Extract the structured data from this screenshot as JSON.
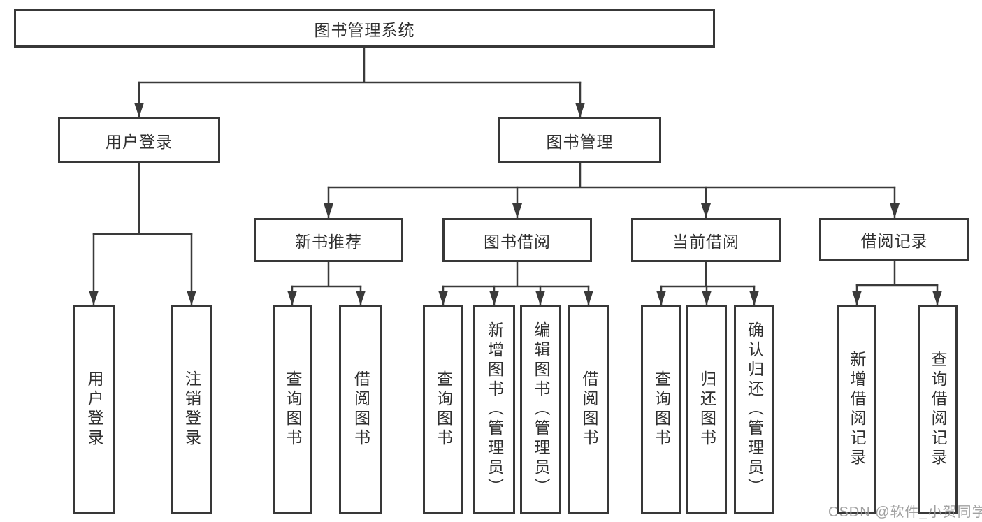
{
  "diagram": {
    "type": "tree",
    "root": {
      "label": "图书管理系统"
    },
    "level2": [
      {
        "label": "用户登录"
      },
      {
        "label": "图书管理"
      }
    ],
    "level3": [
      {
        "label": "新书推荐",
        "parent": "图书管理"
      },
      {
        "label": "图书借阅",
        "parent": "图书管理"
      },
      {
        "label": "当前借阅",
        "parent": "图书管理"
      },
      {
        "label": "借阅记录",
        "parent": "图书管理"
      }
    ],
    "leaves": [
      {
        "label": "用户登录",
        "parent": "用户登录"
      },
      {
        "label": "注销登录",
        "parent": "用户登录"
      },
      {
        "label": "查询图书",
        "parent": "新书推荐"
      },
      {
        "label": "借阅图书",
        "parent": "新书推荐"
      },
      {
        "label": "查询图书",
        "parent": "图书借阅"
      },
      {
        "label": "新增图书（管理员）",
        "parent": "图书借阅"
      },
      {
        "label": "编辑图书（管理员）",
        "parent": "图书借阅"
      },
      {
        "label": "借阅图书",
        "parent": "图书借阅"
      },
      {
        "label": "查询图书",
        "parent": "当前借阅"
      },
      {
        "label": "归还图书",
        "parent": "当前借阅"
      },
      {
        "label": "确认归还（管理员）",
        "parent": "当前借阅"
      },
      {
        "label": "新增借阅记录",
        "parent": "借阅记录"
      },
      {
        "label": "查询借阅记录",
        "parent": "借阅记录"
      }
    ]
  },
  "watermark": {
    "text": "CSDN @软件_小贺同学"
  },
  "colors": {
    "background": "#ffffff",
    "box_border": "#383838",
    "line": "#3a3a3a",
    "text": "#2f2f2f",
    "watermark": "#989898"
  }
}
